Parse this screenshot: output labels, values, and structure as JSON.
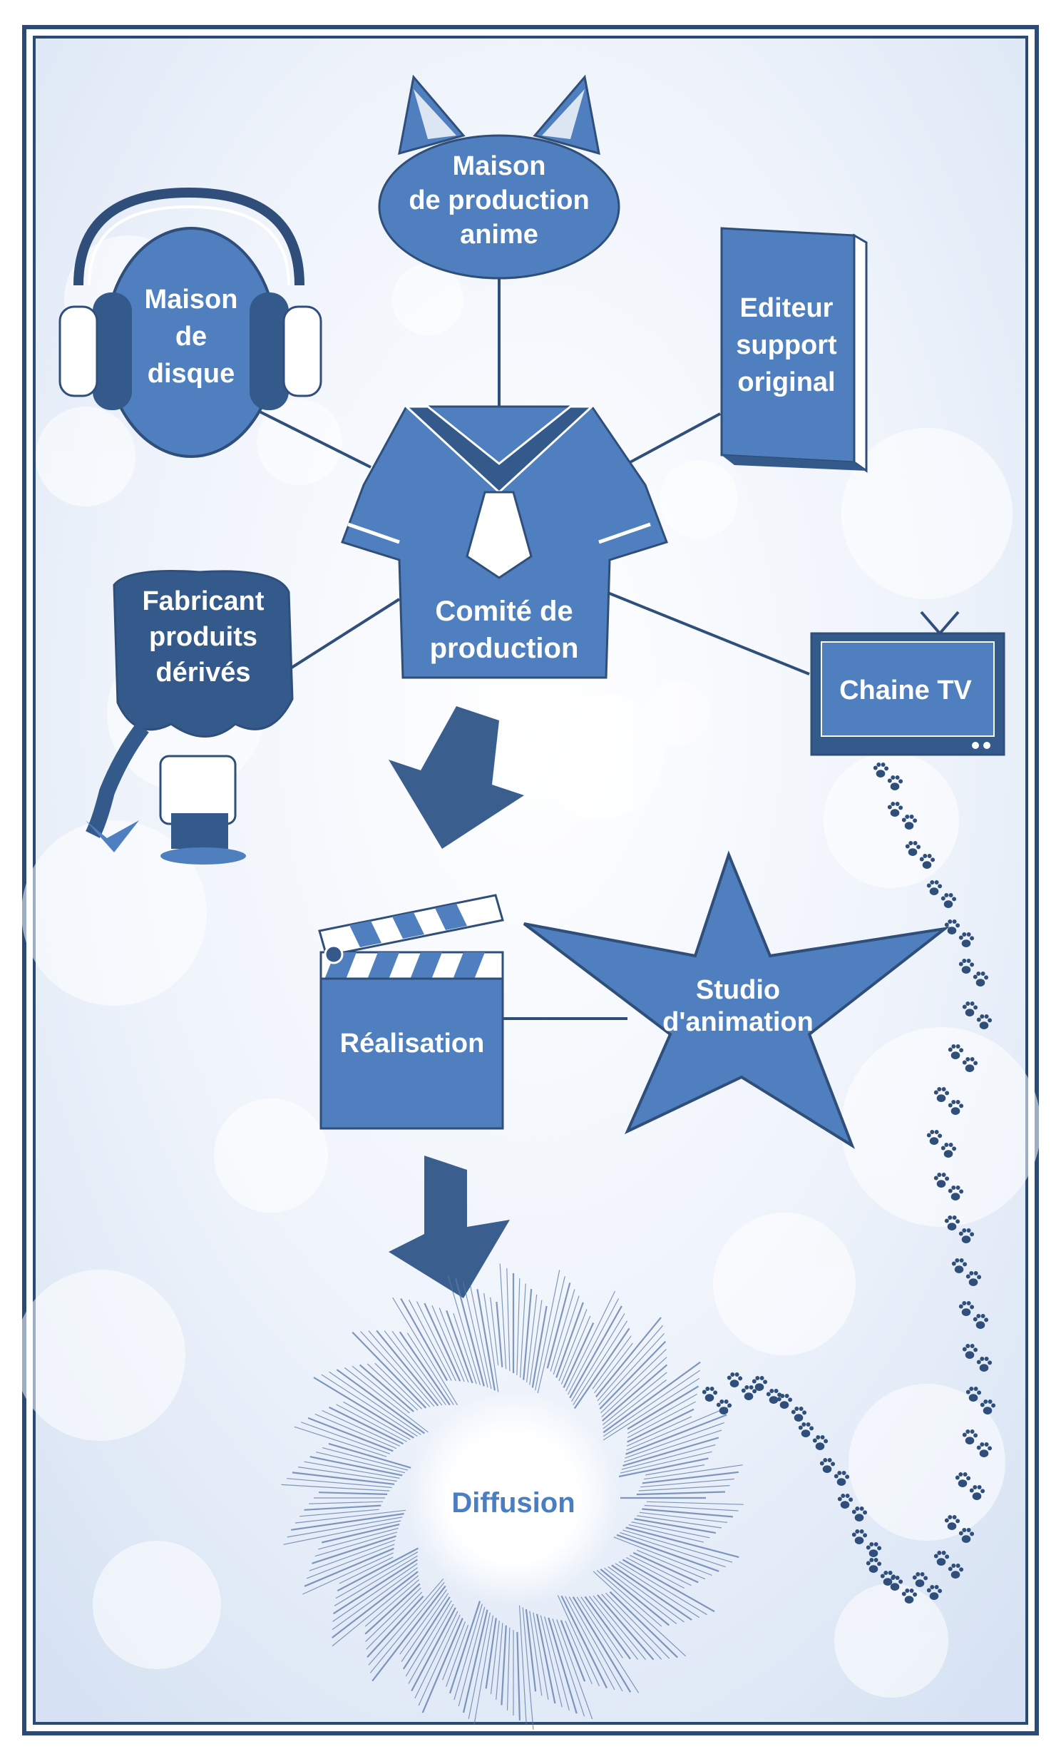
{
  "diagram": {
    "nodes": {
      "anime_house": {
        "lines": [
          "Maison",
          "de production",
          "anime"
        ]
      },
      "record_label": {
        "lines": [
          "Maison",
          "de",
          "disque"
        ]
      },
      "publisher": {
        "lines": [
          "Editeur",
          "support",
          "original"
        ]
      },
      "committee": {
        "lines": [
          "Comité de",
          "production"
        ]
      },
      "merch": {
        "lines": [
          "Fabricant",
          "produits",
          "dérivés"
        ]
      },
      "tv": {
        "lines": [
          "Chaine TV"
        ]
      },
      "direction": {
        "lines": [
          "Réalisation"
        ]
      },
      "studio": {
        "lines": [
          "Studio",
          "d'animation"
        ]
      },
      "broadcast": {
        "lines": [
          "Diffusion"
        ]
      }
    },
    "colors": {
      "node_fill": "#4f7fbf",
      "node_dark": "#34598b",
      "line": "#2f4f7a",
      "arrow": "#3a5f8f",
      "frame": "#2b4a78",
      "background": "#e4ecf8",
      "accent_text": "#4a7ec3"
    },
    "icons": {
      "anime_house": "cat-head-icon",
      "record_label": "headphones-icon",
      "publisher": "book-icon",
      "committee": "sailor-uniform-icon",
      "merch": "chibi-girl-icon",
      "tv": "tv-icon",
      "direction": "clapperboard-icon",
      "studio": "star-icon",
      "broadcast": "burst-icon",
      "trail": "paw-print-icon"
    }
  }
}
